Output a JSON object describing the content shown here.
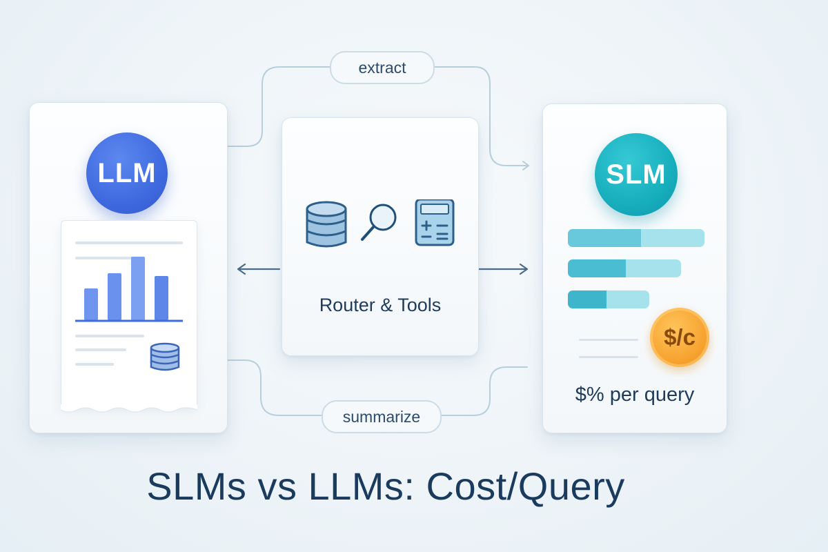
{
  "title": "SLMs vs LLMs: Cost/Query",
  "llm_card": {
    "badge": "LLM"
  },
  "router_card": {
    "label": "Router & Tools",
    "icons": [
      "database-icon",
      "search-icon",
      "calculator-icon"
    ]
  },
  "slm_card": {
    "badge": "SLM",
    "coin": "$/c",
    "caption": "$% per query"
  },
  "connectors": {
    "top_label": "extract",
    "bottom_label": "summarize"
  },
  "colors": {
    "llm_blue": "#3f6adf",
    "slm_teal": "#17aebd",
    "coin_orange": "#f6a12e",
    "title_navy": "#1a3a5e"
  }
}
